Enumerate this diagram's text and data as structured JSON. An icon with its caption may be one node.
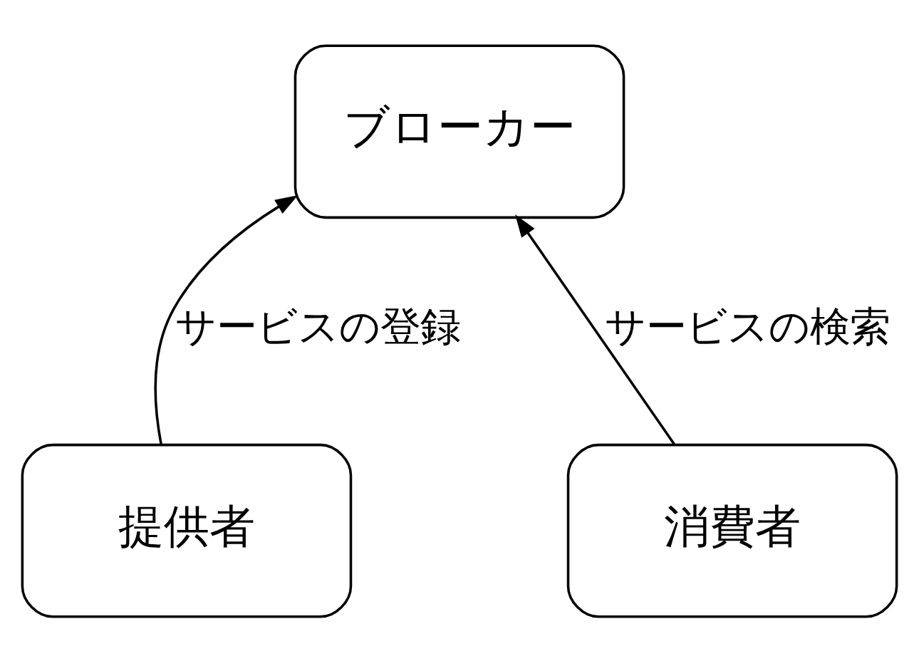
{
  "diagram": {
    "nodes": [
      {
        "text": [
          "ブローカー"
        ]
      },
      {
        "text": [
          "提供者"
        ]
      },
      {
        "text": [
          "消費者"
        ]
      }
    ],
    "edges": [
      {
        "from": 1,
        "to": 0,
        "arrow": "to",
        "label": "サービスの登録"
      },
      {
        "from": 2,
        "to": 0,
        "arrow": "to",
        "label": "サービスの検索"
      }
    ]
  }
}
